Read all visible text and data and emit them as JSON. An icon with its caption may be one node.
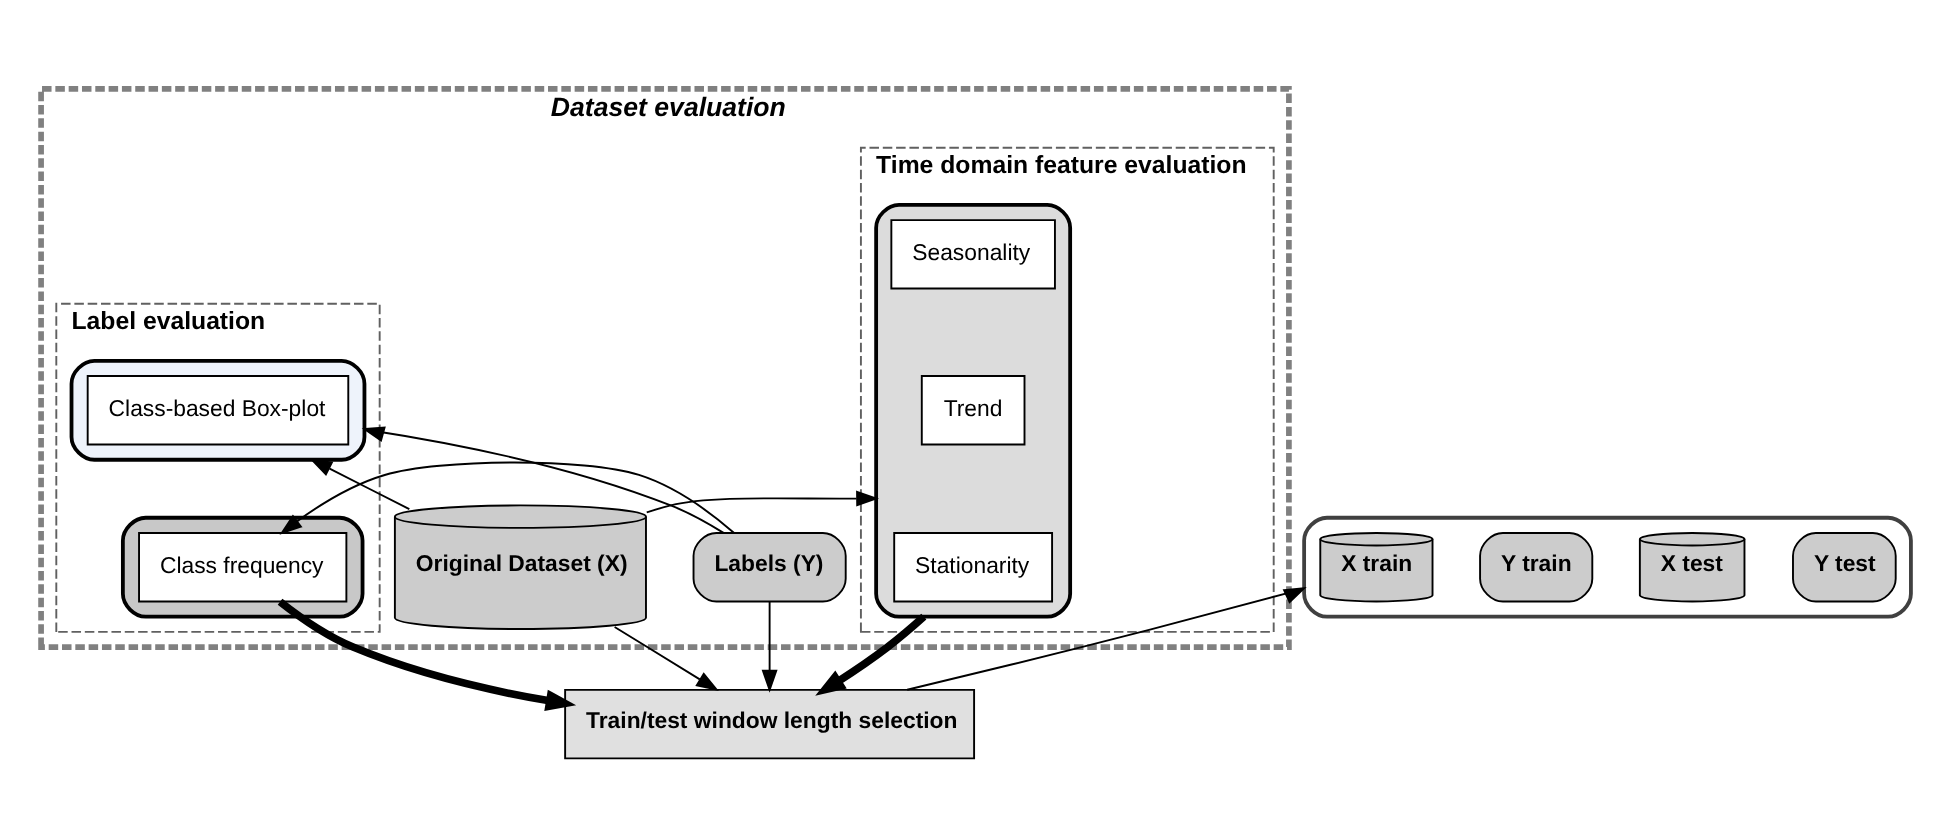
{
  "diagram": {
    "nodes": [
      {
        "text": [
          "Dataset evaluation"
        ]
      },
      {
        "text": [
          "Time domain feature evaluation"
        ],
        "in": 0
      },
      {
        "text": [],
        "shape": "box",
        "in": 1
      },
      {
        "text": [
          "Seasonality"
        ],
        "in": 2
      },
      {
        "text": [
          "Trend"
        ],
        "in": 2
      },
      {
        "text": [
          "Stationarity"
        ],
        "in": 2
      },
      {
        "text": [
          "Original Dataset (X)"
        ],
        "in": 0
      },
      {
        "text": [
          "Labels (Y)"
        ],
        "in": 0
      },
      {
        "text": [
          "Label evaluation"
        ],
        "in": 0
      },
      {
        "text": [],
        "shape": "box",
        "in": 8
      },
      {
        "text": [
          "Class-based Box-plot"
        ],
        "in": 9
      },
      {
        "text": [],
        "shape": "box",
        "in": 8
      },
      {
        "text": [
          "Class frequency"
        ],
        "in": 11
      },
      {
        "text": [
          "Train/test window length selection"
        ]
      },
      {
        "text": [],
        "shape": "box"
      },
      {
        "text": [
          "X train"
        ],
        "in": 14
      },
      {
        "text": [
          "Y train"
        ],
        "in": 14
      },
      {
        "text": [
          "X test"
        ],
        "in": 14
      },
      {
        "text": [
          "Y test"
        ],
        "in": 14
      }
    ],
    "edges": [
      {
        "from": 6,
        "to": 2,
        "arrow": "to"
      },
      {
        "from": 6,
        "to": 9,
        "arrow": "to"
      },
      {
        "from": 7,
        "to": 9,
        "arrow": "to"
      },
      {
        "from": 7,
        "to": 12,
        "arrow": "to"
      },
      {
        "from": 2,
        "to": 13,
        "arrow": "to",
        "style": "thick"
      },
      {
        "from": 6,
        "to": 13,
        "arrow": "to"
      },
      {
        "from": 7,
        "to": 13,
        "arrow": "to"
      },
      {
        "from": 12,
        "to": 13,
        "arrow": "to",
        "style": "thick"
      },
      {
        "from": 13,
        "to": 14,
        "arrow": "to"
      }
    ]
  }
}
